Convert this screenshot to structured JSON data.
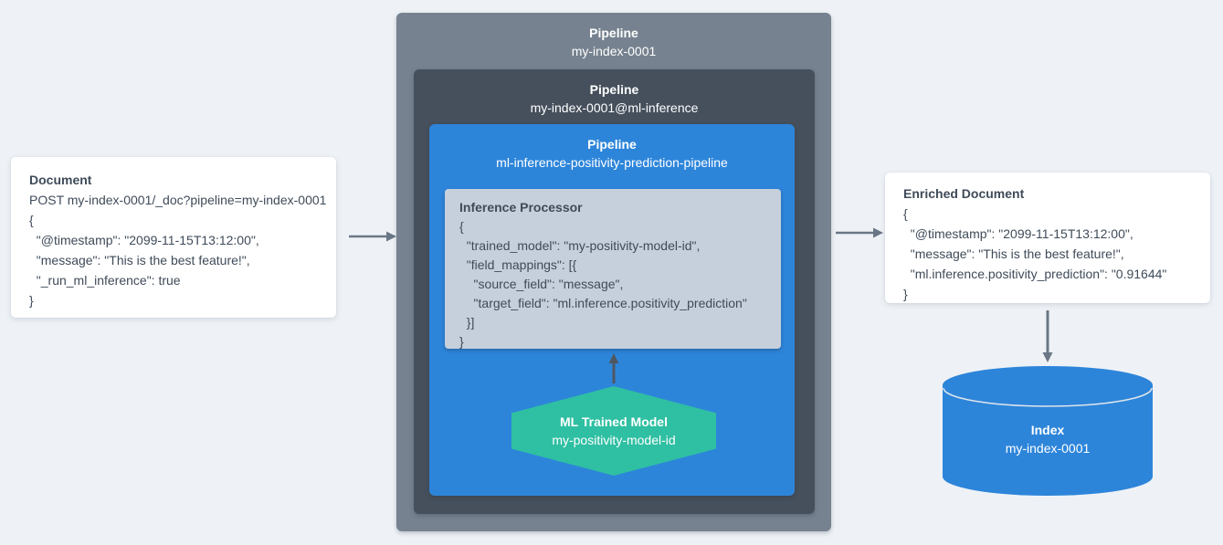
{
  "colors": {
    "page_background": "#EEF2F6",
    "pipeline_outer": "#76828F",
    "pipeline_middle": "#46505C",
    "pipeline_inner": "#2D85DA",
    "processor_background": "#C6D0DC",
    "hexagon": "#2FBFA2",
    "cylinder": "#2D85DA",
    "card_text": "#3F4B59",
    "arrow": "#6A7685",
    "arrow_dark": "#4E5862"
  },
  "left_document": {
    "title": "Document",
    "lines": [
      "POST my-index-0001/_doc?pipeline=my-index-0001",
      "{",
      "  \"@timestamp\": \"2099-11-15T13:12:00\",",
      "  \"message\": \"This is the best feature!\",",
      "  \"_run_ml_inference\": true",
      "}"
    ]
  },
  "pipelines": {
    "outer": {
      "title": "Pipeline",
      "name": "my-index-0001"
    },
    "middle": {
      "title": "Pipeline",
      "name": "my-index-0001@ml-inference"
    },
    "inner": {
      "title": "Pipeline",
      "name": "ml-inference-positivity-prediction-pipeline"
    }
  },
  "inference_processor": {
    "title": "Inference Processor",
    "lines": [
      "{",
      "  \"trained_model\": \"my-positivity-model-id\",",
      "  \"field_mappings\": [{",
      "    \"source_field\": \"message\",",
      "    \"target_field\": \"ml.inference.positivity_prediction\"",
      "  }]",
      "}"
    ]
  },
  "ml_model": {
    "title": "ML Trained Model",
    "name": "my-positivity-model-id"
  },
  "enriched_document": {
    "title": "Enriched Document",
    "lines": [
      "{",
      "  \"@timestamp\": \"2099-11-15T13:12:00\",",
      "  \"message\": \"This is the best feature!\",",
      "  \"ml.inference.positivity_prediction\": \"0.91644\"",
      "}"
    ]
  },
  "index": {
    "title": "Index",
    "name": "my-index-0001"
  }
}
